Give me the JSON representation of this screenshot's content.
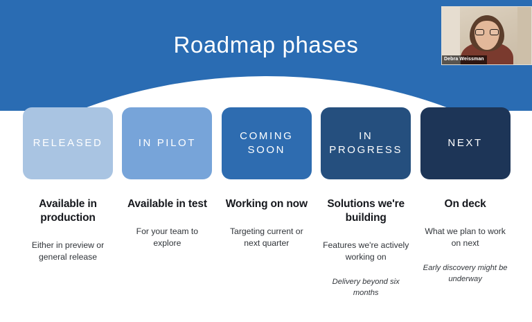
{
  "slide": {
    "title": "Roadmap phases",
    "header_color": "#2a6cb3",
    "background_color": "#ffffff"
  },
  "video": {
    "participant_name": "Debra Weissman"
  },
  "phases": [
    {
      "card_label": "RELEASED",
      "card_color": "#a9c4e2",
      "heading": "Available in production",
      "subtext": "Either in preview or general release",
      "note": ""
    },
    {
      "card_label": "IN PILOT",
      "card_color": "#77a4d9",
      "heading": "Available in test",
      "subtext": "For your team to explore",
      "note": ""
    },
    {
      "card_label": "COMING SOON",
      "card_color": "#2e6cb0",
      "heading": "Working on now",
      "subtext": "Targeting current or next quarter",
      "note": ""
    },
    {
      "card_label": "IN PROGRESS",
      "card_color": "#254f7e",
      "heading": "Solutions we're building",
      "subtext": "Features we're actively working on",
      "note": "Delivery beyond six months"
    },
    {
      "card_label": "NEXT",
      "card_color": "#1d3557",
      "heading": "On deck",
      "subtext": "What we plan to work on next",
      "note": "Early discovery might be underway"
    }
  ]
}
